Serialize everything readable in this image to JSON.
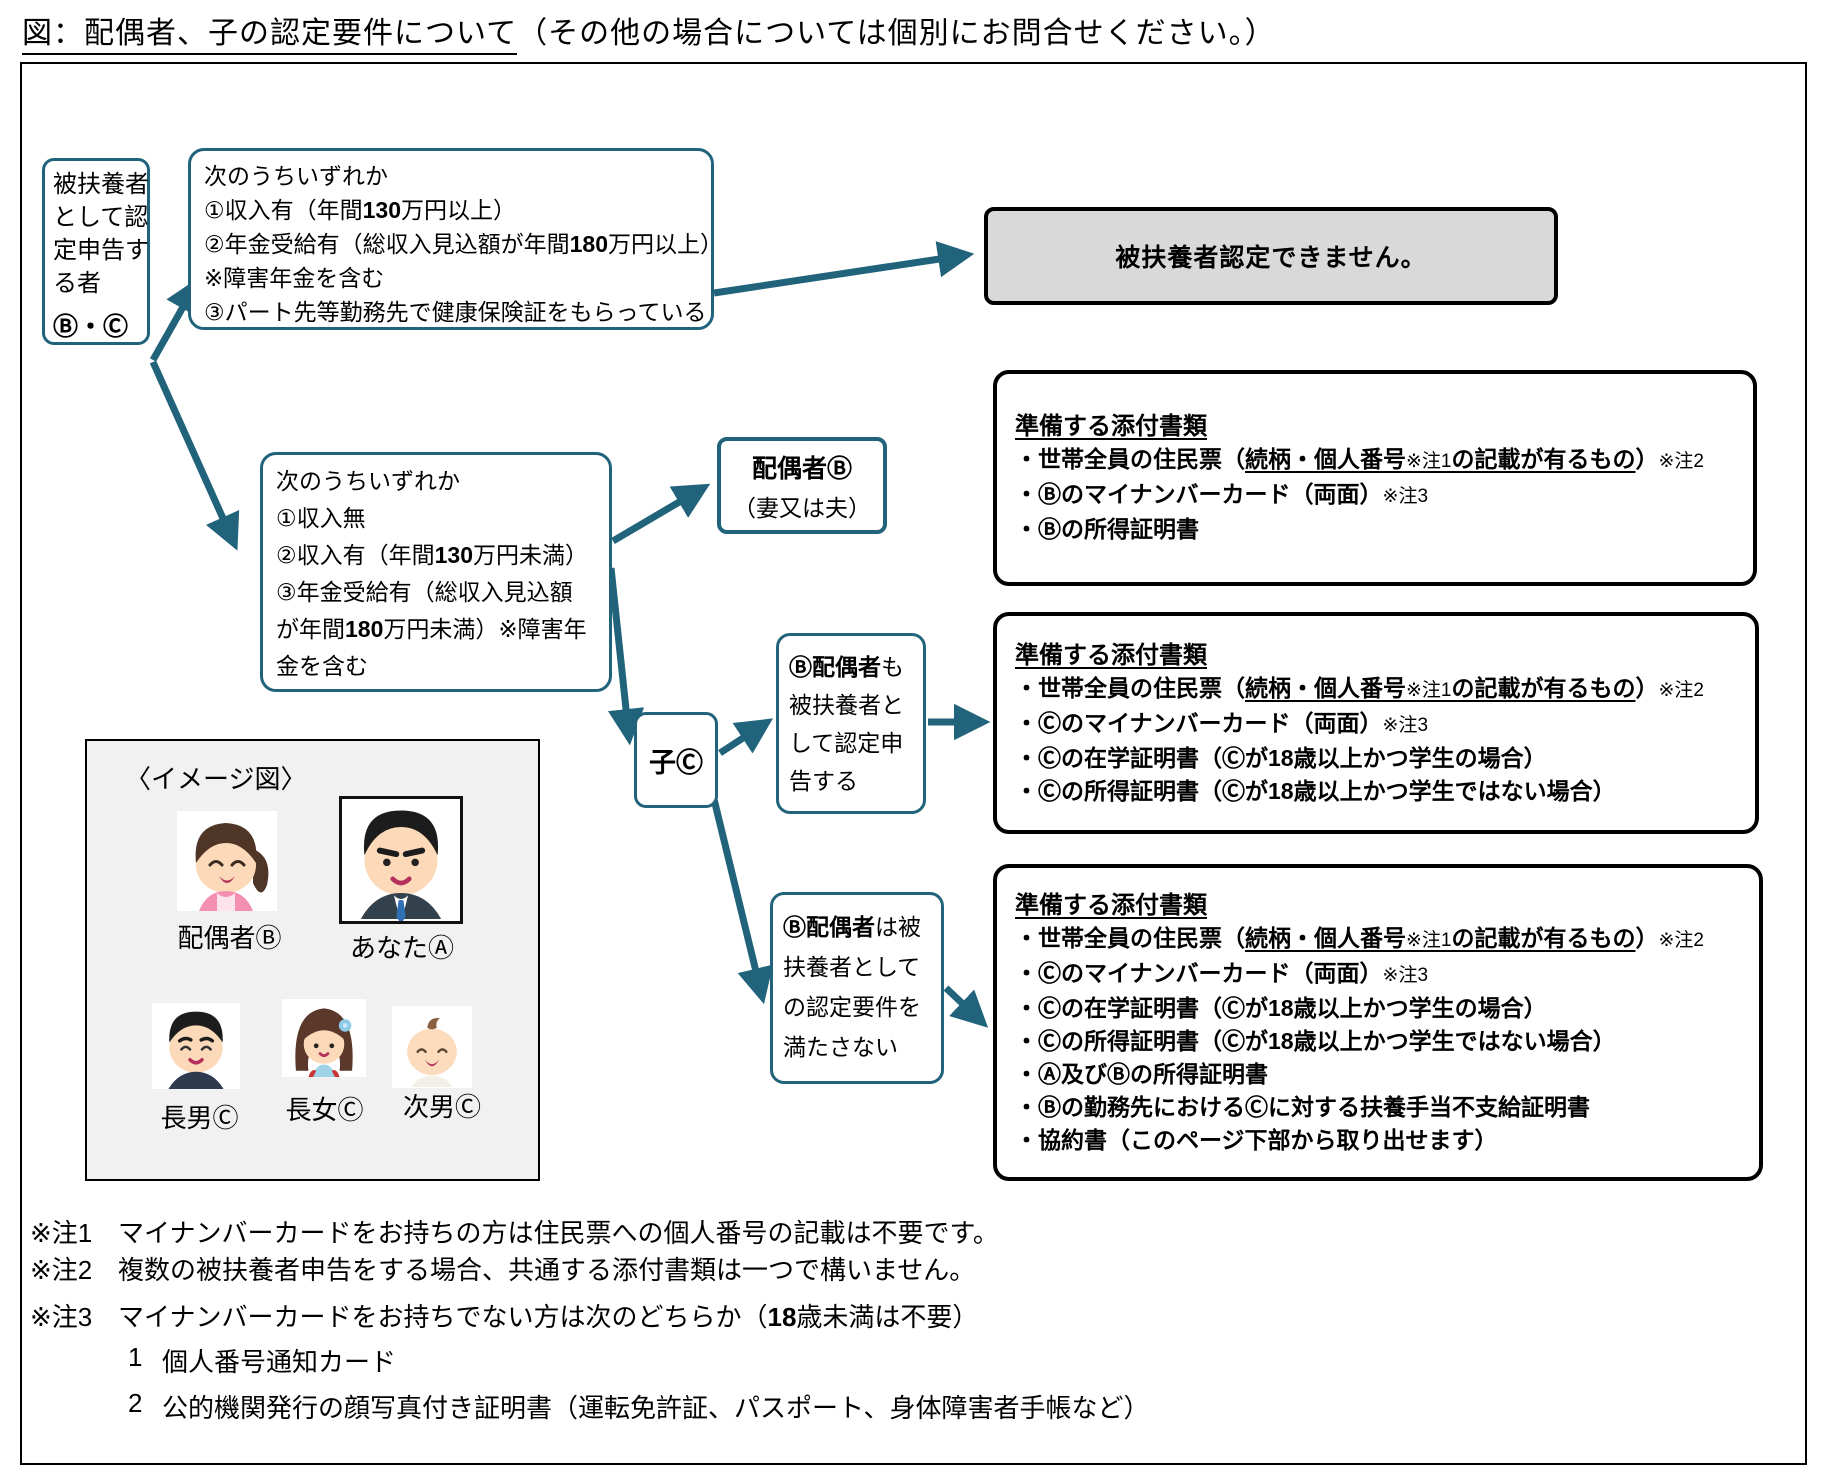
{
  "title": {
    "underlined": "図：配偶者、子の認定要件について",
    "rest": "（その他の場合については個別にお問合せください。）"
  },
  "colors": {
    "teal": "#20637b",
    "gray_fill": "#d9d9d9",
    "panel_fill": "#f1f1f1",
    "border": "#000000"
  },
  "boxes": {
    "applicant": {
      "lines": [
        [
          {
            "t": "被扶養者"
          }
        ],
        [
          {
            "t": "として認"
          }
        ],
        [
          {
            "t": "定申告す"
          }
        ],
        [
          {
            "t": "る者"
          }
        ]
      ],
      "badge": "Ⓑ・Ⓒ"
    },
    "cond_high": {
      "lines": [
        [
          {
            "t": "次のうちいずれか"
          }
        ],
        [
          {
            "t": "①収入有（年間"
          },
          {
            "t": "130",
            "b": true
          },
          {
            "t": "万円以上）"
          }
        ],
        [
          {
            "t": "②年金受給有（総収入見込額が年間"
          },
          {
            "t": "180",
            "b": true
          },
          {
            "t": "万円以上）"
          }
        ],
        [
          {
            "t": "※障害年金を含む"
          }
        ],
        [
          {
            "t": "③パート先等勤務先で健康保険証をもらっている"
          }
        ]
      ]
    },
    "denied": {
      "label": "被扶養者認定できません。"
    },
    "cond_low": {
      "lines": [
        [
          {
            "t": "次のうちいずれか"
          }
        ],
        [
          {
            "t": "①収入無"
          }
        ],
        [
          {
            "t": "②収入有（年間"
          },
          {
            "t": "130",
            "b": true
          },
          {
            "t": "万円未満）"
          }
        ],
        [
          {
            "t": "③年金受給有（総収入見込額"
          }
        ],
        [
          {
            "t": "が年間"
          },
          {
            "t": "180",
            "b": true
          },
          {
            "t": "万円未満）※障害年"
          }
        ],
        [
          {
            "t": "金を含む"
          }
        ]
      ]
    },
    "spouse": {
      "title": "配偶者Ⓑ",
      "sub": "（妻又は夫）"
    },
    "child": {
      "label": "子Ⓒ"
    },
    "spouse_also": {
      "lines": [
        [
          {
            "t": "Ⓑ配偶者",
            "b": true
          },
          {
            "t": "も"
          }
        ],
        [
          {
            "t": "被扶養者と"
          }
        ],
        [
          {
            "t": "して認定申"
          }
        ],
        [
          {
            "t": "告する"
          }
        ]
      ]
    },
    "spouse_not": {
      "lines": [
        [
          {
            "t": "Ⓑ配偶者",
            "b": true
          },
          {
            "t": "は被"
          }
        ],
        [
          {
            "t": "扶養者として"
          }
        ],
        [
          {
            "t": "の認定要件を"
          }
        ],
        [
          {
            "t": "満たさない"
          }
        ]
      ]
    },
    "docs1": {
      "heading": "準備する添付書類",
      "items": [
        [
          {
            "t": "・世帯全員の住民票（"
          },
          {
            "t": "続柄・個人番号",
            "u": true
          },
          {
            "t": "※注1",
            "u": true,
            "s": true
          },
          {
            "t": "の記載が有るもの",
            "u": true
          },
          {
            "t": "）"
          },
          {
            "t": "※注2",
            "s": true
          }
        ],
        [
          {
            "t": "・Ⓑのマイナンバーカード（両面）"
          },
          {
            "t": "※注3",
            "s": true
          }
        ],
        [
          {
            "t": "・Ⓑの所得証明書"
          }
        ]
      ]
    },
    "docs2": {
      "heading": "準備する添付書類",
      "items": [
        [
          {
            "t": "・世帯全員の住民票（"
          },
          {
            "t": "続柄・個人番号",
            "u": true
          },
          {
            "t": "※注1",
            "u": true,
            "s": true
          },
          {
            "t": "の記載が有るもの",
            "u": true
          },
          {
            "t": "）"
          },
          {
            "t": "※注2",
            "s": true
          }
        ],
        [
          {
            "t": "・Ⓒのマイナンバーカード（両面）"
          },
          {
            "t": "※注3",
            "s": true
          }
        ],
        [
          {
            "t": "・Ⓒの在学証明書（Ⓒが18歳以上かつ学生の場合）"
          }
        ],
        [
          {
            "t": "・Ⓒの所得証明書（Ⓒが18歳以上かつ学生ではない場合）"
          }
        ]
      ]
    },
    "docs3": {
      "heading": "準備する添付書類",
      "items": [
        [
          {
            "t": "・世帯全員の住民票（"
          },
          {
            "t": "続柄・個人番号",
            "u": true
          },
          {
            "t": "※注1",
            "u": true,
            "s": true
          },
          {
            "t": "の記載が有るもの",
            "u": true
          },
          {
            "t": "）"
          },
          {
            "t": "※注2",
            "s": true
          }
        ],
        [
          {
            "t": "・Ⓒのマイナンバーカード（両面）"
          },
          {
            "t": "※注3",
            "s": true
          }
        ],
        [
          {
            "t": "・Ⓒの在学証明書（Ⓒが18歳以上かつ学生の場合）"
          }
        ],
        [
          {
            "t": "・Ⓒの所得証明書（Ⓒが18歳以上かつ学生ではない場合）"
          }
        ],
        [
          {
            "t": "・Ⓐ及びⒷの所得証明書"
          }
        ],
        [
          {
            "t": "・Ⓑの勤務先におけるⒸに対する扶養手当不支給証明書"
          }
        ],
        [
          {
            "t": "・協約書（このページ下部から取り出せます）"
          }
        ]
      ]
    }
  },
  "image_panel": {
    "caption": "〈イメージ図〉",
    "labels": {
      "spouse": "配偶者Ⓑ",
      "you": "あなたⒶ",
      "son1": "長男Ⓒ",
      "daughter": "長女Ⓒ",
      "son2": "次男Ⓒ"
    }
  },
  "notes": [
    {
      "prefix": "※注1",
      "rich": [
        {
          "t": "マイナンバーカードをお持ちの方は住民票への個人番号の記載は不要です。"
        }
      ]
    },
    {
      "prefix": "※注2",
      "rich": [
        {
          "t": "複数の被扶養者申告をする場合、共通する添付書類は一つで構いません。"
        }
      ]
    },
    {
      "prefix": "※注3",
      "rich": [
        {
          "t": "マイナンバーカードをお持ちでない方は次のどちらか（"
        },
        {
          "t": "18",
          "b": true
        },
        {
          "t": "歳未満は不要）"
        }
      ]
    },
    {
      "prefix": "1",
      "rich": [
        {
          "t": "個人番号通知カード"
        }
      ]
    },
    {
      "prefix": "2",
      "rich": [
        {
          "t": "公的機関発行の顔写真付き証明書（運転免許証、パスポート、身体障害者手帳など）"
        }
      ]
    }
  ]
}
